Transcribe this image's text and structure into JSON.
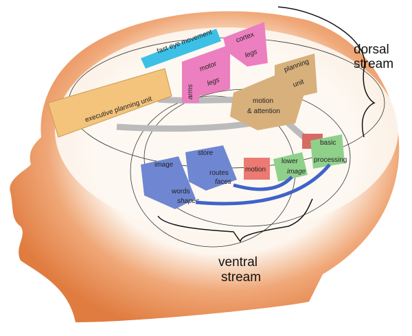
{
  "colors": {
    "skin": "#e8864a",
    "brain_bg": "#fdf8f2",
    "cyan": "#3cc0e6",
    "pink": "#ec7fc0",
    "tan": "#d7b07c",
    "orange": "#f4c47c",
    "blue": "#6f86d2",
    "red": "#ec7a72",
    "green": "#8fd08a",
    "arrow_blue": "#3f63c8",
    "arrow_gray": "#b8b8b8"
  },
  "streams": {
    "dorsal": "dorsal\nstream",
    "dorsal_l1": "dorsal",
    "dorsal_l2": "stream",
    "ventral_l1": "ventral",
    "ventral_l2": "stream"
  },
  "modules": {
    "fast_eye": "fast eye movement",
    "motor": "motor",
    "motor_legs": "legs",
    "arms": "arms",
    "cortex": "cortex",
    "cortex_legs": "legs",
    "motion_attention_1": "motion",
    "motion_attention_2": "& attention",
    "planning_1": "planning",
    "planning_2": "unit",
    "executive": "executive planning unit",
    "image_store": "image",
    "words": "words",
    "shapes": "shapes",
    "store": "store",
    "routes": "routes",
    "faces": "faces",
    "motion": "motion",
    "lower": "lower",
    "lower_image": "image",
    "basic": "basic",
    "processing": "processing"
  }
}
